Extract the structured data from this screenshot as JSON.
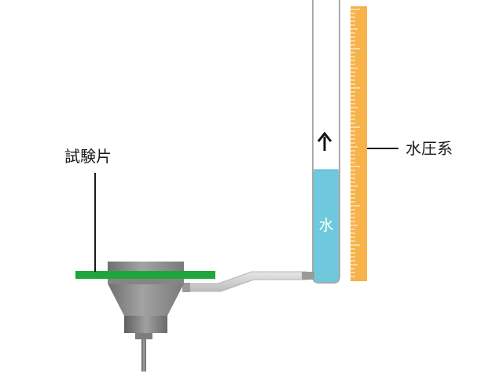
{
  "labels": {
    "specimen": "試験片",
    "manometer": "水圧系",
    "water": "水"
  },
  "icons": {
    "flow_direction": "arrow-up-icon"
  },
  "colors": {
    "specimen_plate": "#1ea63a",
    "water": "#6ec9dc",
    "scale": "#f7b24a",
    "tube_outline": "#a9a9a9",
    "pipe": "#d4d4d4",
    "funnel": "#8f8f8f"
  }
}
